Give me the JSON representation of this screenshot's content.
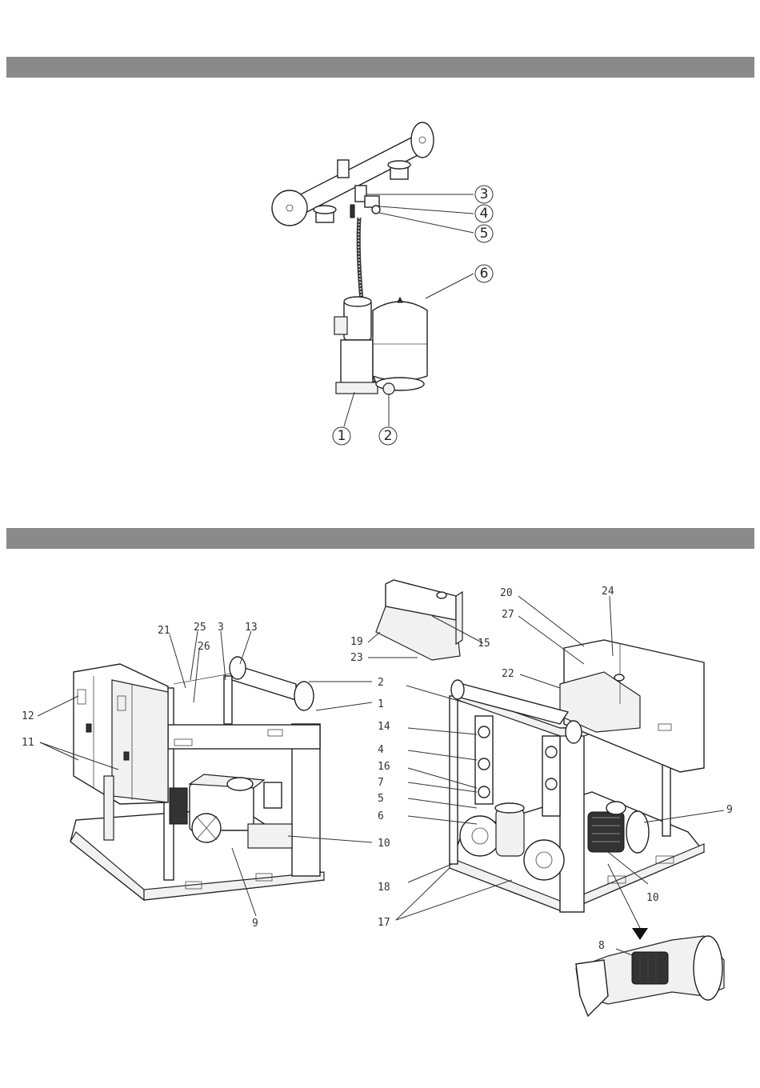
{
  "figure1": {
    "callouts": [
      "3",
      "4",
      "5",
      "6",
      "1",
      "2"
    ]
  },
  "figure2": {
    "left_labels": [
      "21",
      "25",
      "26",
      "3",
      "13",
      "12",
      "11",
      "2",
      "1",
      "10",
      "9"
    ],
    "right_labels": [
      "20",
      "24",
      "27",
      "19",
      "23",
      "15",
      "22",
      "14",
      "4",
      "16",
      "7",
      "5",
      "6",
      "9",
      "10",
      "18",
      "17",
      "8"
    ]
  }
}
